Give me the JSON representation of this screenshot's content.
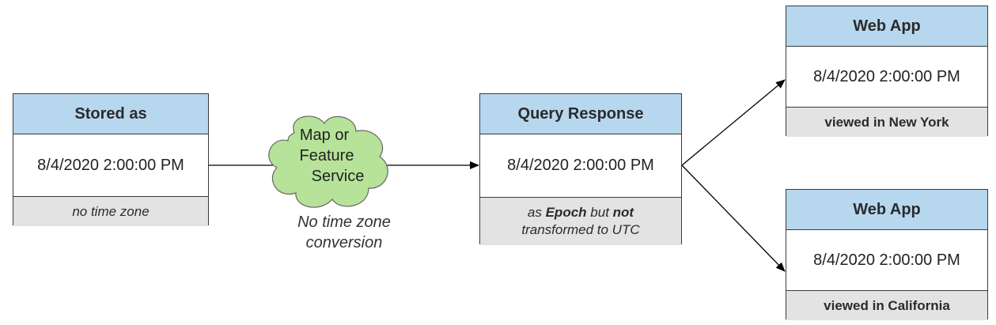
{
  "stored": {
    "title": "Stored as",
    "value": "8/4/2020 2:00:00 PM",
    "note": "no time zone"
  },
  "service": {
    "line1": "Map or",
    "line2": "Feature",
    "line3": "Service",
    "caption_line1": "No time zone",
    "caption_line2": "conversion"
  },
  "query": {
    "title": "Query Response",
    "value": "8/4/2020 2:00:00 PM",
    "note_as": "as",
    "note_epoch": "Epoch",
    "note_but": "but",
    "note_not": "not",
    "note_line2": "transformed to UTC"
  },
  "webapp_ny": {
    "title": "Web App",
    "value": "8/4/2020 2:00:00 PM",
    "note": "viewed in New York"
  },
  "webapp_ca": {
    "title": "Web App",
    "value": "8/4/2020 2:00:00 PM",
    "note": "viewed in California"
  },
  "colors": {
    "header": "#b7d7ef",
    "footer": "#e3e3e3",
    "cloud": "#b6e29a"
  }
}
